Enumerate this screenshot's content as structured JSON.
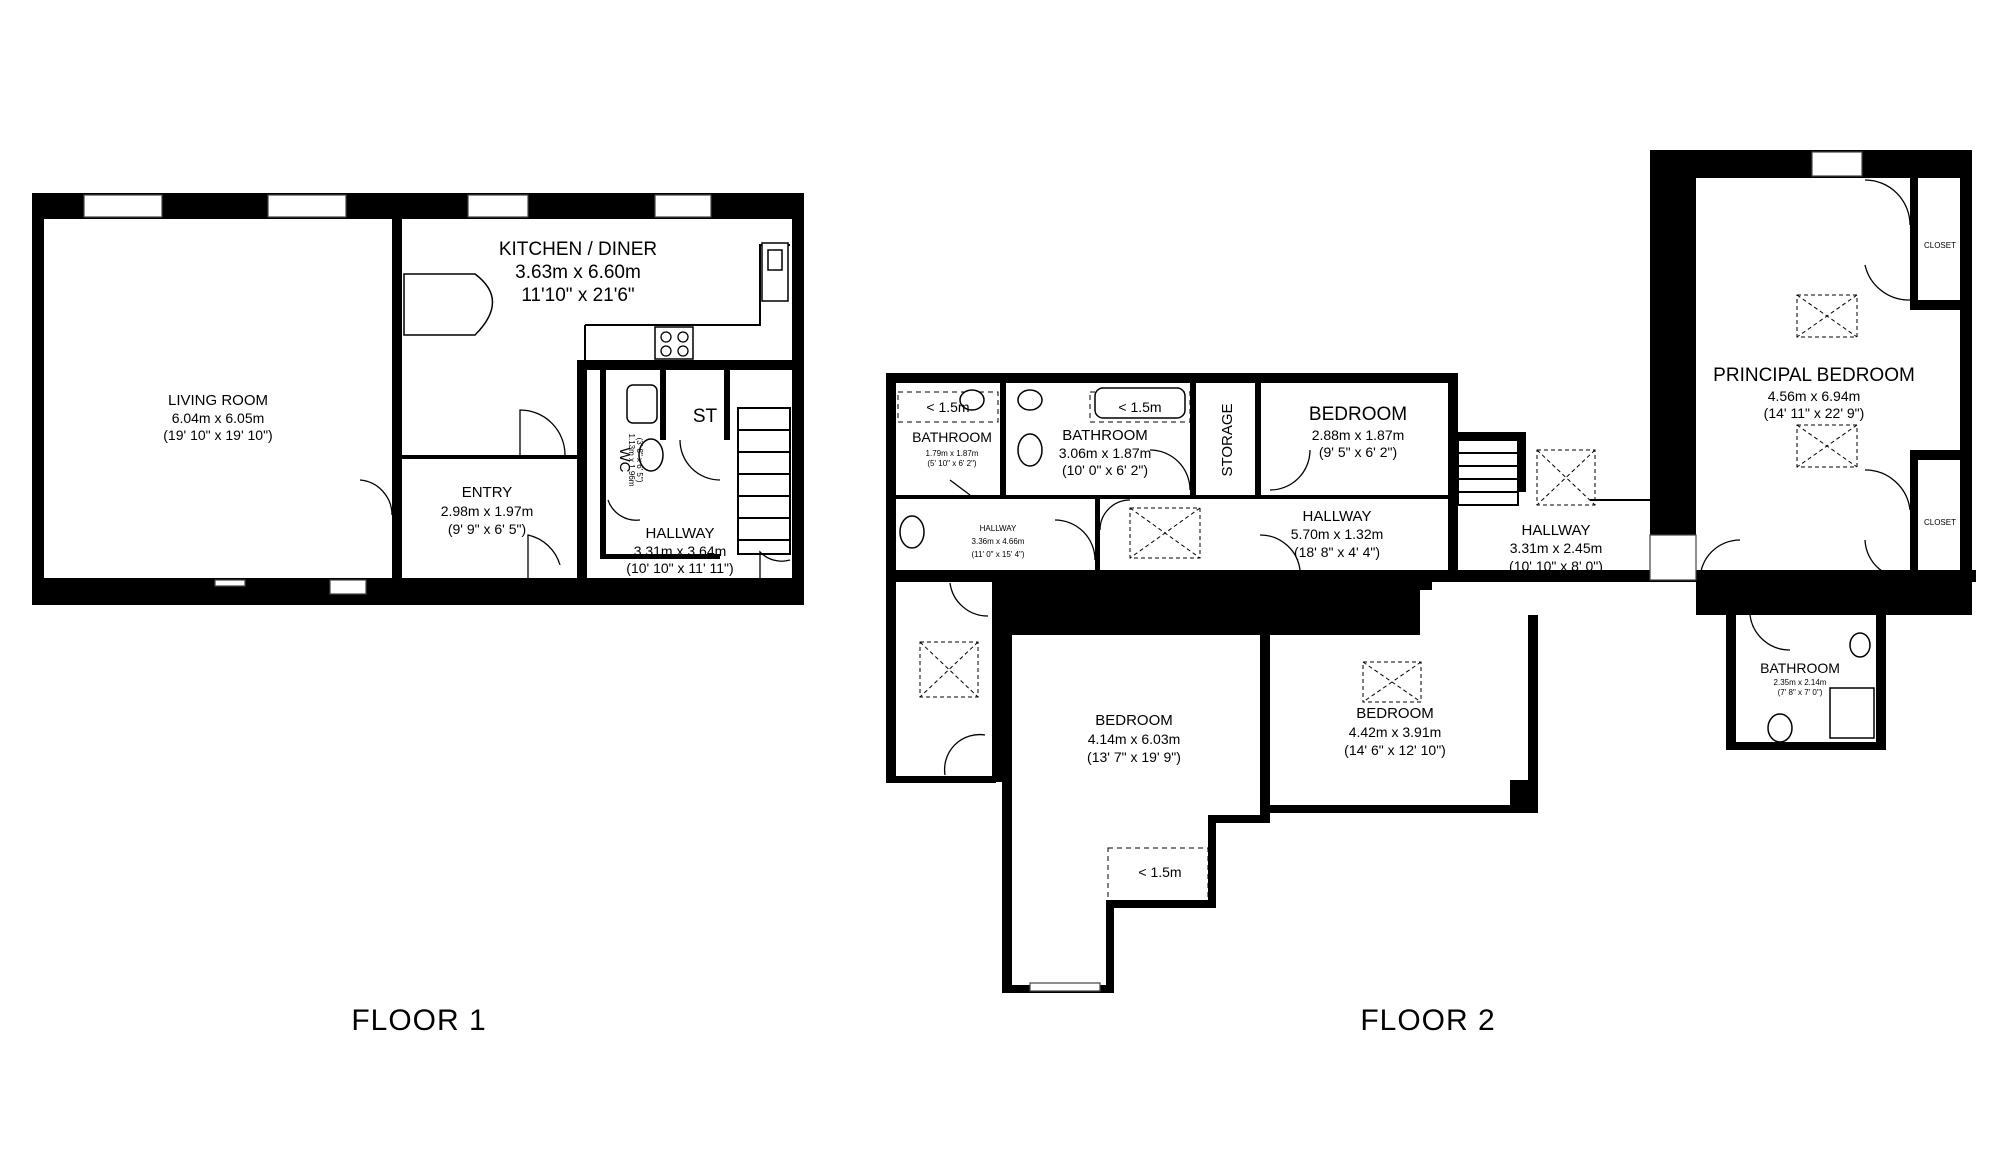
{
  "floors": [
    {
      "label": "FLOOR 1",
      "rooms": [
        {
          "name": "LIVING ROOM",
          "metric": "6.04m x 6.05m",
          "imperial": "(19' 10\" x 19' 10\")"
        },
        {
          "name": "KITCHEN / DINER",
          "metric": "3.63m x 6.60m",
          "imperial": "11'10\" x 21'6\""
        },
        {
          "name": "ENTRY",
          "metric": "2.98m x 1.97m",
          "imperial": "(9' 9\" x 6' 5\")"
        },
        {
          "name": "HALLWAY",
          "metric": "3.31m x 3.64m",
          "imperial": "(10' 10\" x 11' 11\")"
        },
        {
          "name": "WC",
          "metric": "1.13m x 1.96m",
          "imperial": "(3' 8\" x 6' 5\")"
        },
        {
          "name": "ST",
          "metric": "",
          "imperial": ""
        }
      ]
    },
    {
      "label": "FLOOR 2",
      "rooms": [
        {
          "name": "BATHROOM",
          "metric": "1.79m x 1.87m",
          "imperial": "(5' 10\" x 6' 2\")"
        },
        {
          "name": "BATHROOM",
          "metric": "3.06m x 1.87m",
          "imperial": "(10' 0\" x 6' 2\")"
        },
        {
          "name": "STORAGE",
          "metric": "",
          "imperial": ""
        },
        {
          "name": "BEDROOM",
          "metric": "2.88m x 1.87m",
          "imperial": "(9' 5\" x 6' 2\")"
        },
        {
          "name": "HALLWAY",
          "metric": "3.36m x 4.66m",
          "imperial": "(11' 0\" x 15' 4\")"
        },
        {
          "name": "HALLWAY",
          "metric": "5.70m x 1.32m",
          "imperial": "(18' 8\" x 4' 4\")"
        },
        {
          "name": "HALLWAY",
          "metric": "3.31m x 2.45m",
          "imperial": "(10' 10\" x 8' 0\")"
        },
        {
          "name": "PRINCIPAL BEDROOM",
          "metric": "4.56m x 6.94m",
          "imperial": "(14' 11\" x 22' 9\")"
        },
        {
          "name": "CLOSET",
          "metric": "",
          "imperial": ""
        },
        {
          "name": "CLOSET",
          "metric": "",
          "imperial": ""
        },
        {
          "name": "BEDROOM",
          "metric": "4.14m x 6.03m",
          "imperial": "(13' 7\" x 19' 9\")"
        },
        {
          "name": "BEDROOM",
          "metric": "4.42m x 3.91m",
          "imperial": "(14' 6\" x 12' 10\")"
        },
        {
          "name": "BATHROOM",
          "metric": "2.35m x 2.14m",
          "imperial": "(7' 8\" x 7' 0\")"
        }
      ],
      "headroom_notes": [
        "< 1.5m",
        "< 1.5m",
        "< 1.5m"
      ]
    }
  ]
}
